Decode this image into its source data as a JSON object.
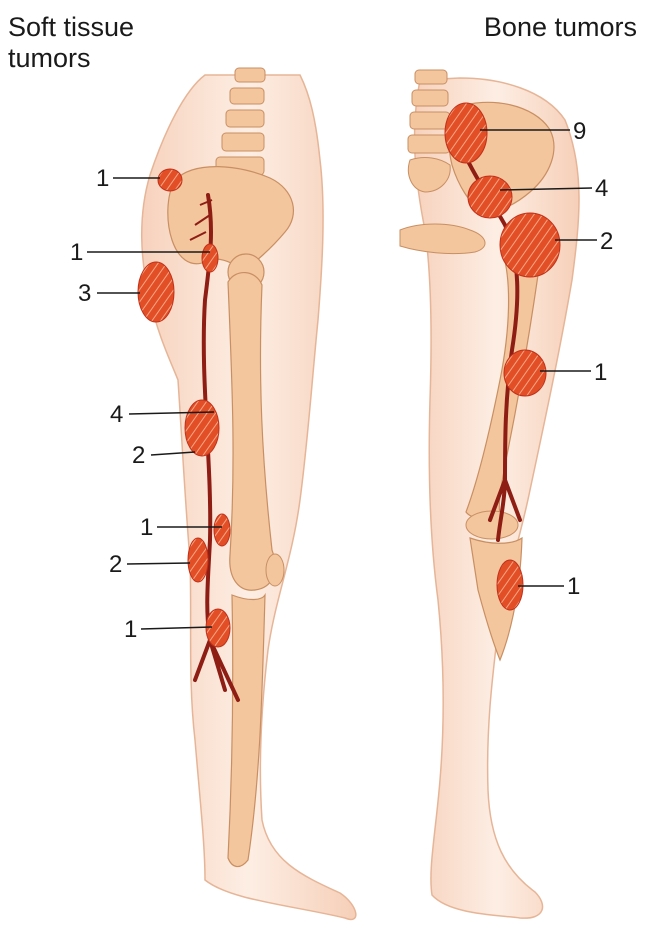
{
  "panels": {
    "left": {
      "title": "Soft tissue\ntumors",
      "labels": [
        "1",
        "1",
        "3",
        "4",
        "2",
        "1",
        "2",
        "1"
      ]
    },
    "right": {
      "title": "Bone tumors",
      "labels": [
        "9",
        "4",
        "2",
        "1",
        "1"
      ]
    }
  },
  "colors": {
    "skin": "#fbe3d3",
    "skin_edge": "#e9b99c",
    "bone": "#f4c8a0",
    "bone_edge": "#d49a6c",
    "vessel": "#8e1d14",
    "tumor": "#e8502a",
    "text": "#1a1a1a"
  }
}
